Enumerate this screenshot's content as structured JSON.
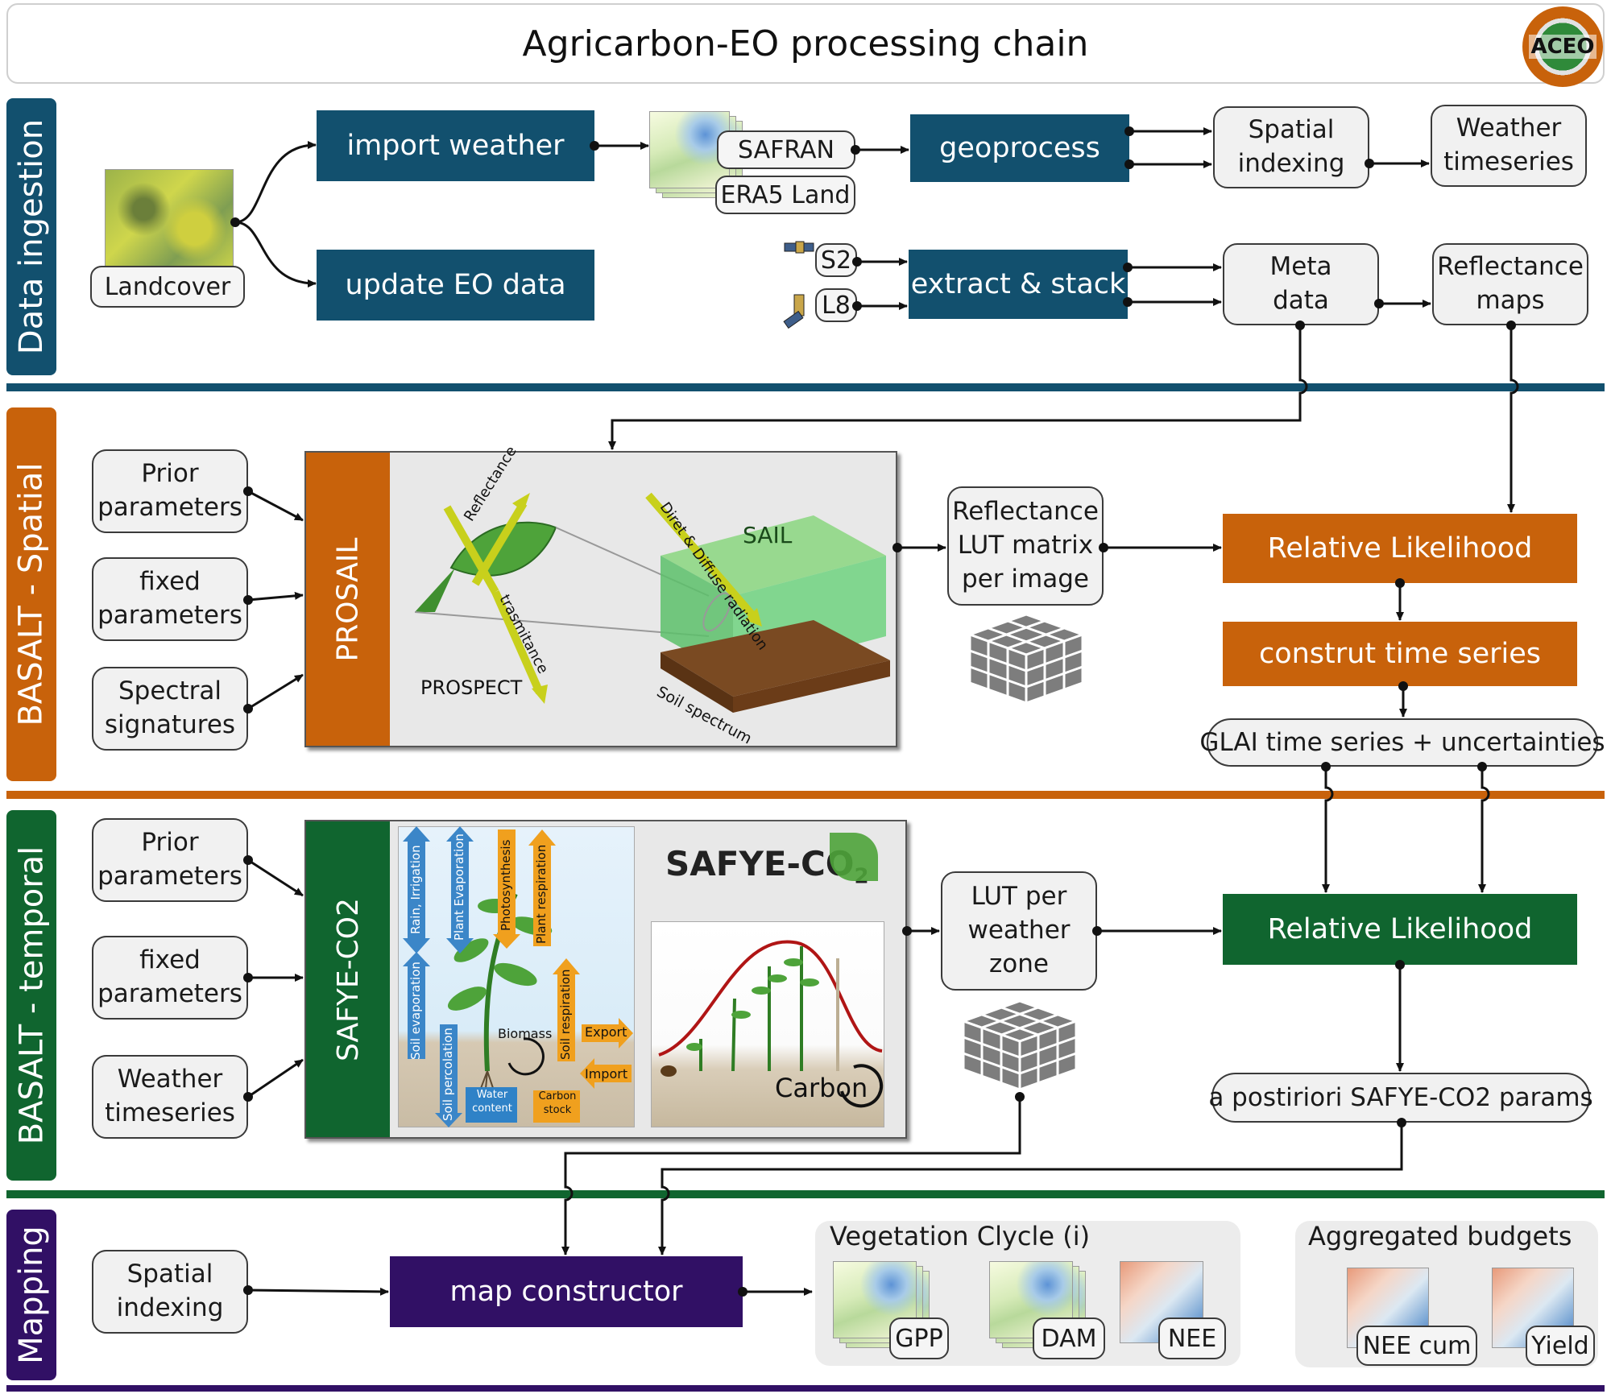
{
  "title": "Agricarbon-EO processing chain",
  "logo_text": "ACEO",
  "sections": {
    "ingestion": "Data ingestion",
    "spatial": "BASALT - Spatial",
    "temporal": "BASALT - temporal",
    "mapping": "Mapping"
  },
  "colors": {
    "ingestion": "#12506e",
    "spatial": "#c8620b",
    "temporal": "#10652f",
    "mapping": "#311065"
  },
  "ingestion": {
    "landcover": "Landcover",
    "import_weather": "import weather",
    "update_eo": "update EO data",
    "safran": "SAFRAN",
    "era5": "ERA5 Land",
    "geoprocess": "geoprocess",
    "spatial_indexing": "Spatial\nindexing",
    "weather_timeseries": "Weather\ntimeseries",
    "s2": "S2",
    "l8": "L8",
    "extract_stack": "extract & stack",
    "meta_data": "Meta\ndata",
    "reflectance_maps": "Reflectance\nmaps"
  },
  "spatial": {
    "prior": "Prior\nparameters",
    "fixed": "fixed\nparameters",
    "spectral": "Spectral\nsignatures",
    "prosail": "PROSAIL",
    "reflectance": "Reflectance",
    "trasmitance": "trasmitance",
    "direct_diffuse": "Diret & Diffuse radiation",
    "sail": "SAIL",
    "prospect": "PROSPECT",
    "soil_spectrum": "Soil spectrum",
    "lut": "Reflectance\nLUT matrix\nper image",
    "relative_likelihood": "Relative Likelihood",
    "construct_ts": "construt time series",
    "glai": "GLAI time series + uncertainties"
  },
  "temporal": {
    "prior": "Prior\nparameters",
    "fixed": "fixed\nparameters",
    "weather": "Weather\ntimeseries",
    "safye": "SAFYE-CO2",
    "safye_logo": "SAFYE-CO",
    "safye_logo_sub": "2",
    "flux_labels": {
      "rain": "Rain, Irrigation",
      "plant_evap": "Plant Evaporation",
      "photosynthesis": "Photosynthesis",
      "plant_resp": "Plant respiration",
      "soil_evap": "Soil evaporation",
      "soil_perc": "Soil percolation",
      "soil_resp": "Soil respiration",
      "biomass": "Biomass",
      "export": "Export",
      "import": "Import",
      "water": "Water\ncontent",
      "carbon_stock": "Carbon\nstock"
    },
    "carbon": "Carbon",
    "lut": "LUT per\nweather\nzone",
    "relative_likelihood": "Relative Likelihood",
    "posteriori": "a postiriori SAFYE-CO2 params"
  },
  "mapping": {
    "spatial_indexing": "Spatial\nindexing",
    "map_constructor": "map constructor",
    "veg_cycle": "Vegetation Clycle (i)",
    "gpp": "GPP",
    "dam": "DAM",
    "nee": "NEE",
    "aggregated": "Aggregated budgets",
    "nee_cum": "NEE cum",
    "yield": "Yield"
  }
}
